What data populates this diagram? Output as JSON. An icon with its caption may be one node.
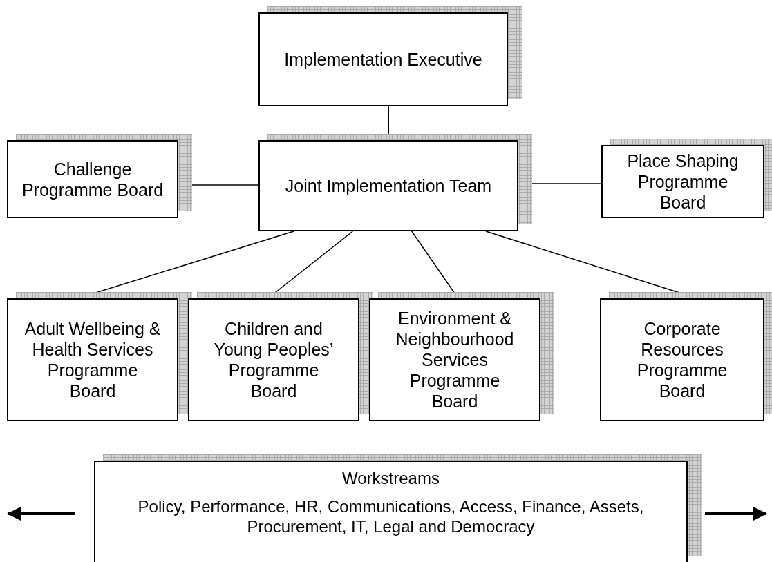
{
  "diagram": {
    "nodes": [
      {
        "text": [
          "Implementation Executive"
        ]
      },
      {
        "text": [
          "Challenge Programme Board"
        ]
      },
      {
        "text": [
          "Joint Implementation Team"
        ]
      },
      {
        "text": [
          "Place Shaping Programme Board"
        ]
      },
      {
        "text": [
          "Adult Wellbeing & Health Services Programme Board"
        ]
      },
      {
        "text": [
          "Children and Young Peoples’ Programme Board"
        ]
      },
      {
        "text": [
          "Environment & Neighbourhood Services Programme Board"
        ]
      },
      {
        "text": [
          "Corporate Resources Programme Board"
        ]
      },
      {
        "text": [
          "Workstreams",
          "Policy, Performance, HR, Communications, Access, Finance, Assets, Procurement, IT, Legal and Democracy"
        ]
      }
    ],
    "edges": [
      {
        "from": 0,
        "to": 2,
        "arrow": "none"
      },
      {
        "from": 1,
        "to": 2,
        "arrow": "none"
      },
      {
        "from": 2,
        "to": 3,
        "arrow": "none"
      },
      {
        "from": 2,
        "to": 4,
        "arrow": "none"
      },
      {
        "from": 2,
        "to": 5,
        "arrow": "none"
      },
      {
        "from": 2,
        "to": 6,
        "arrow": "none"
      },
      {
        "from": 2,
        "to": 7,
        "arrow": "none"
      },
      {
        "from": 8,
        "to": null,
        "arrow": "to",
        "style": "thick"
      },
      {
        "from": 8,
        "to": null,
        "arrow": "to",
        "style": "thick"
      }
    ]
  }
}
